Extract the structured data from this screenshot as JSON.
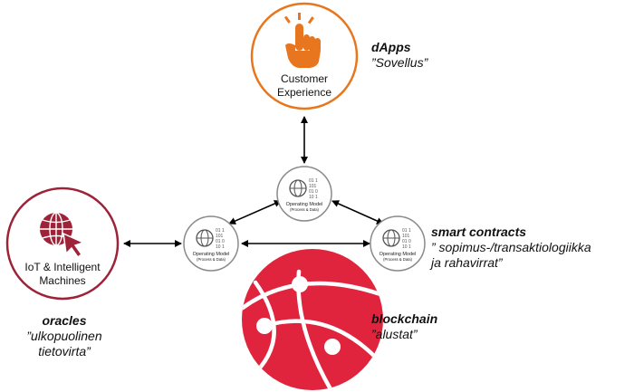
{
  "colors": {
    "orange": "#e8761f",
    "maroon": "#9e2339",
    "red": "#e0243e",
    "gray": "#8a8a8a",
    "arrow": "#000000"
  },
  "nodes": {
    "customer": {
      "title": "Customer",
      "subtitle": "Experience",
      "icon": "pointing-hand-icon"
    },
    "iot": {
      "title": "IoT & Intelligent",
      "subtitle": "Machines",
      "icon": "globe-cursor-icon"
    },
    "blockchain": {
      "icon": "network-globe-icon"
    },
    "operating_model": {
      "title": "Operating Model",
      "subtitle": "(Process & Data)",
      "icon": "globe-binary-icon"
    }
  },
  "labels": {
    "dapps": {
      "term": "dApps",
      "desc": "”Sovellus”"
    },
    "smart": {
      "term": "smart contracts",
      "desc1": "” sopimus-/transaktiologiikka",
      "desc2": "ja rahavirrat”"
    },
    "blockchain": {
      "term": "blockchain",
      "desc": "”alustat”"
    },
    "oracles": {
      "term": "oracles",
      "desc1": "”ulkopuolinen",
      "desc2": "tietovirta”"
    }
  }
}
